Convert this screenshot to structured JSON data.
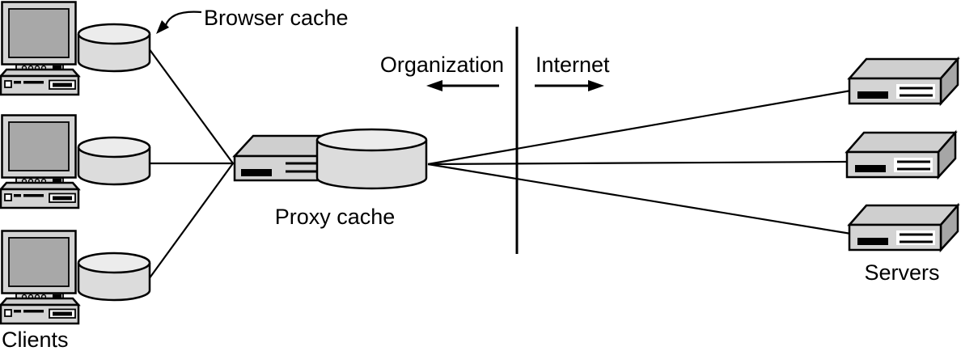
{
  "labels": {
    "browser_cache": "Browser cache",
    "proxy_cache": "Proxy cache",
    "clients": "Clients",
    "servers": "Servers",
    "organization": "Organization",
    "internet": "Internet"
  },
  "counts": {
    "clients": 3,
    "client_browser_caches": 3,
    "proxy_caches": 1,
    "servers": 3
  },
  "colors": {
    "background": "#ffffff",
    "outline": "#000000",
    "device_face": "#d4d4d4",
    "device_top": "#cfcfcf",
    "device_side": "#a6a6a6",
    "cylinder_body": "#dcdcdc",
    "cylinder_top": "#ececec",
    "monitor_screen": "#a8a8a8"
  }
}
